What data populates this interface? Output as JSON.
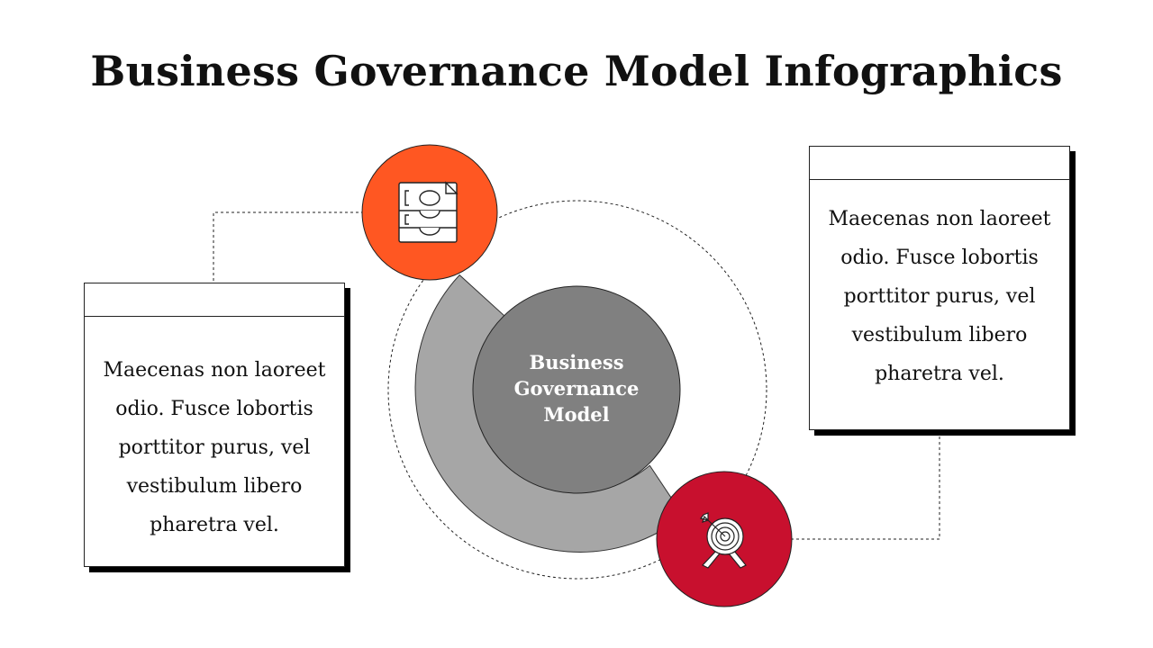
{
  "title": "Business Governance Model Infographics",
  "center": {
    "line1": "Business",
    "line2": "Governance",
    "line3": "Model"
  },
  "cards": {
    "left": {
      "heading": "",
      "body": "Maecenas non laoreet odio. Fusce lobortis porttitor purus, vel vestibulum libero pharetra vel."
    },
    "right": {
      "heading": "",
      "body": "Maecenas non laoreet odio. Fusce lobortis porttitor purus, vel vestibulum libero pharetra vel."
    }
  },
  "icons": {
    "top": "document-files-icon",
    "bottom": "target-arrow-icon"
  },
  "colors": {
    "orange": "#FF5722",
    "crimson": "#C8102E",
    "ring_gray": "#A6A6A6",
    "center_gray": "#808080"
  }
}
